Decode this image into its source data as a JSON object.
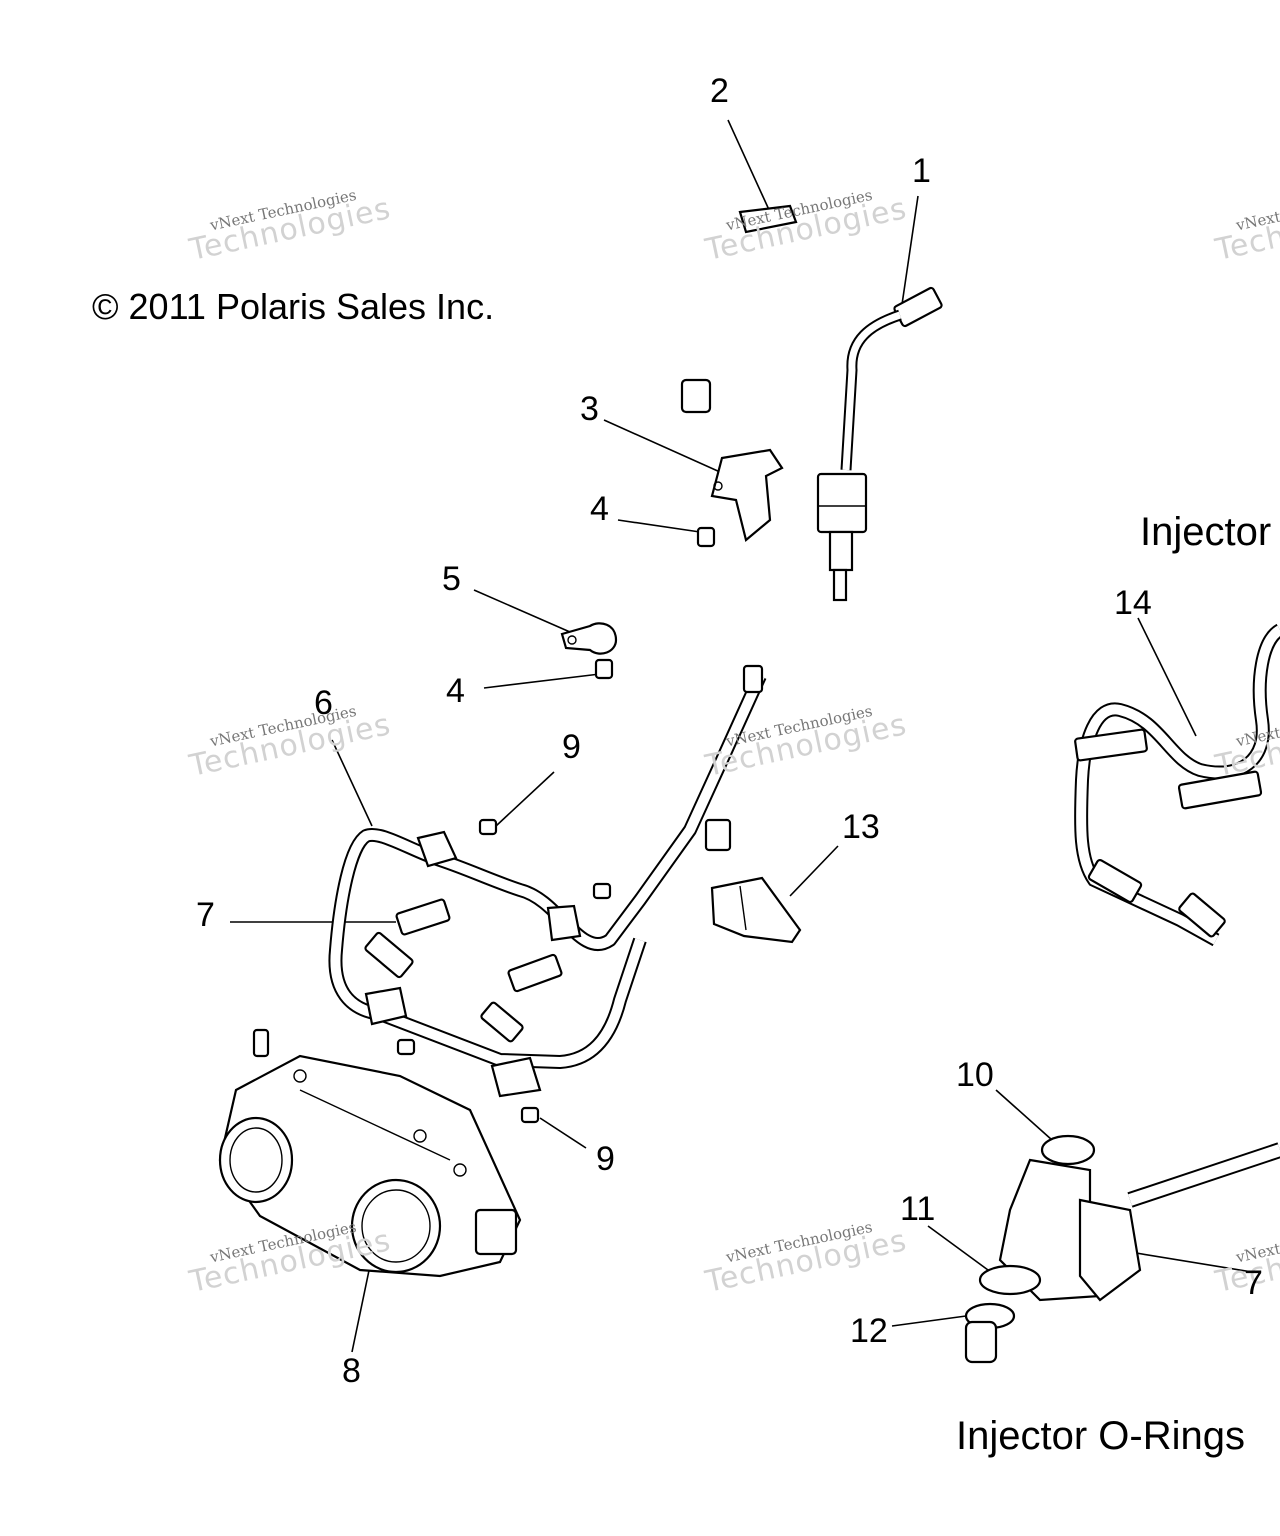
{
  "copyright": "© 2011 Polaris Sales Inc.",
  "watermark": {
    "line1": "vNext Technologies",
    "line2": "Technologies"
  },
  "captions": {
    "injector_top": "Injector",
    "injector_orings": "Injector O-Rings"
  },
  "callouts": [
    "1",
    "2",
    "3",
    "4",
    "5",
    "4",
    "6",
    "9",
    "13",
    "7",
    "9",
    "8",
    "14",
    "10",
    "11",
    "12",
    "7"
  ]
}
